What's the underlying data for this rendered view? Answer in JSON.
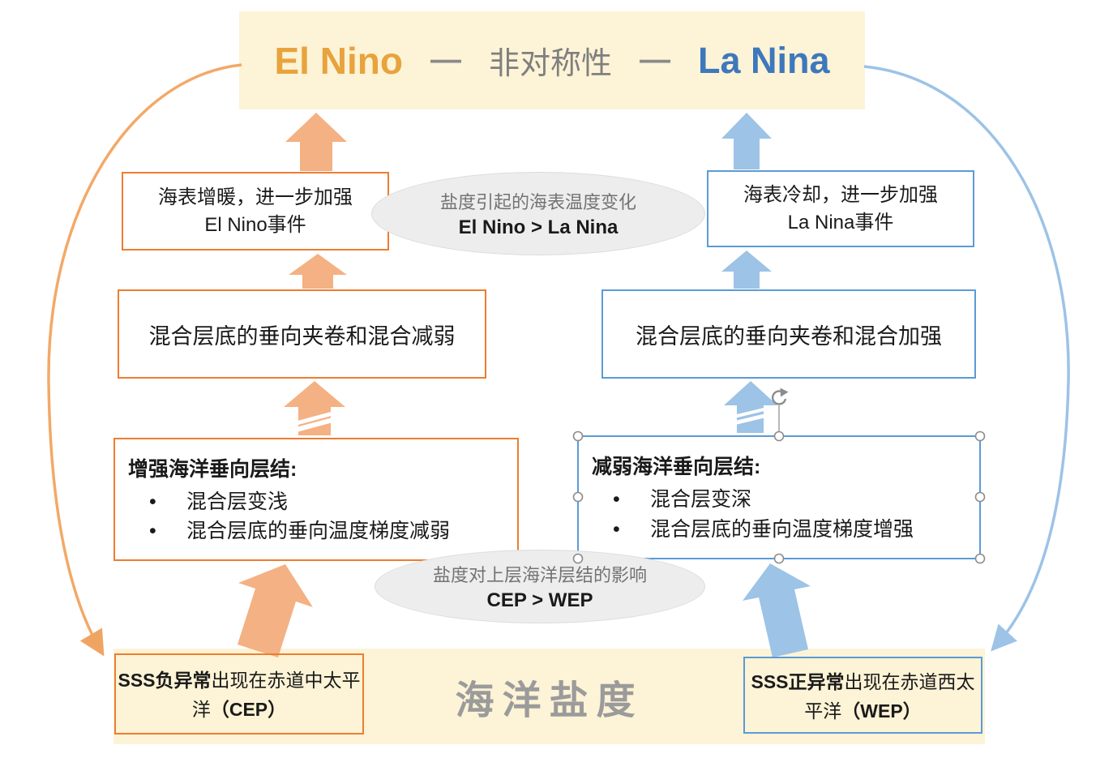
{
  "header": {
    "el_nino": "El Nino",
    "dash_left": "—",
    "asymmetry": "非对称性",
    "dash_right": "—",
    "la_nina": "La Nina"
  },
  "left_flow": {
    "warming_box": {
      "line1": "海表增暖，进一步加强",
      "line2": "El Nino事件"
    },
    "mixing_box": "混合层底的垂向夹卷和混合减弱",
    "stratification_box": {
      "title": "增强海洋垂向层结:",
      "bullets": [
        "混合层变浅",
        "混合层底的垂向温度梯度减弱"
      ]
    },
    "sss_box": {
      "bold1": "SSS负异常",
      "mid": "出现在赤道中太平洋",
      "bold2": "（CEP）"
    }
  },
  "right_flow": {
    "cooling_box": {
      "line1": "海表冷却，进一步加强",
      "line2": "La Nina事件"
    },
    "mixing_box": "混合层底的垂向夹卷和混合加强",
    "stratification_box": {
      "title": "减弱海洋垂向层结:",
      "bullets": [
        "混合层变深",
        "混合层底的垂向温度梯度增强"
      ]
    },
    "sss_box": {
      "bold1": "SSS正异常",
      "mid": "出现在赤道西太平洋",
      "bold2": "（WEP）"
    }
  },
  "ellipses": {
    "top": {
      "line1": "盐度引起的海表温度变化",
      "line2": "El Nino > La Nina"
    },
    "bottom": {
      "line1": "盐度对上层海洋层结的影响",
      "line2": "CEP > WEP"
    }
  },
  "footer": {
    "title": "海洋盐度"
  },
  "colors": {
    "orange_border": "#ED7D31",
    "orange_arrow": "#F4B183",
    "blue_border": "#5B9BD5",
    "blue_arrow": "#9DC3E6",
    "banner_bg": "#FDF3D6",
    "ellipse_bg": "#EDEDED",
    "el_nino_text": "#E8A33D",
    "la_nina_text": "#3E78BC"
  }
}
